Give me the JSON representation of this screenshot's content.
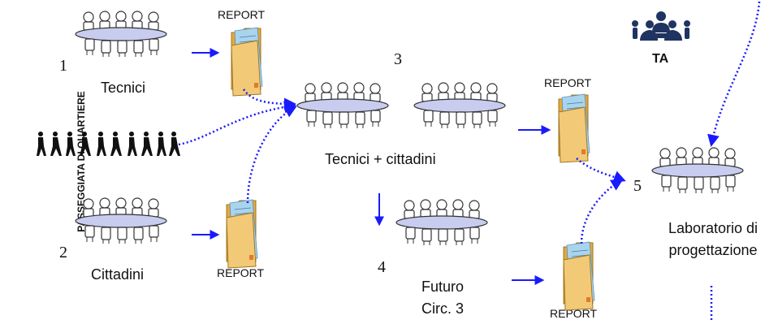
{
  "side_label": "PASSEGGIATA DI QUARTIERE",
  "ta_label": "TA",
  "numbers": {
    "n1": "1",
    "n2": "2",
    "n3": "3",
    "n4": "4",
    "n5": "5"
  },
  "labels": {
    "tecnici": "Tecnici",
    "cittadini": "Cittadini",
    "tecnici_cittadini": "Tecnici + cittadini",
    "futuro_line1": "Futuro",
    "futuro_line2": "Circ. 3",
    "laboratorio_line1": "Laboratorio di",
    "laboratorio_line2": "progettazione"
  },
  "report_label": "REPORT",
  "colors": {
    "arrow": "#1a1aff",
    "table": "#c8cdf0",
    "folder": "#f2c977",
    "doc": "#a8d4ee"
  }
}
